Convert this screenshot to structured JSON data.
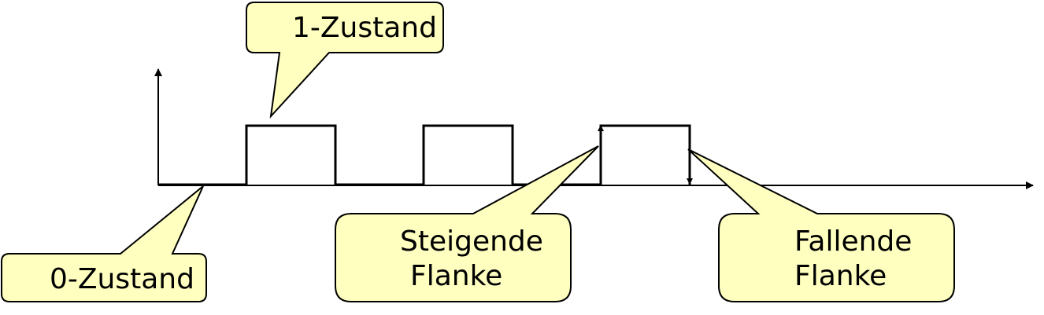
{
  "callouts": {
    "one_state": "1-Zustand",
    "zero_state": "0-Zustand",
    "rising_edge_line1": "Steigende",
    "rising_edge_line2": "Flanke",
    "falling_edge_line1": "Fallende",
    "falling_edge_line2": "Flanke"
  },
  "colors": {
    "callout_fill": "#ffffc0",
    "stroke": "#000000"
  }
}
